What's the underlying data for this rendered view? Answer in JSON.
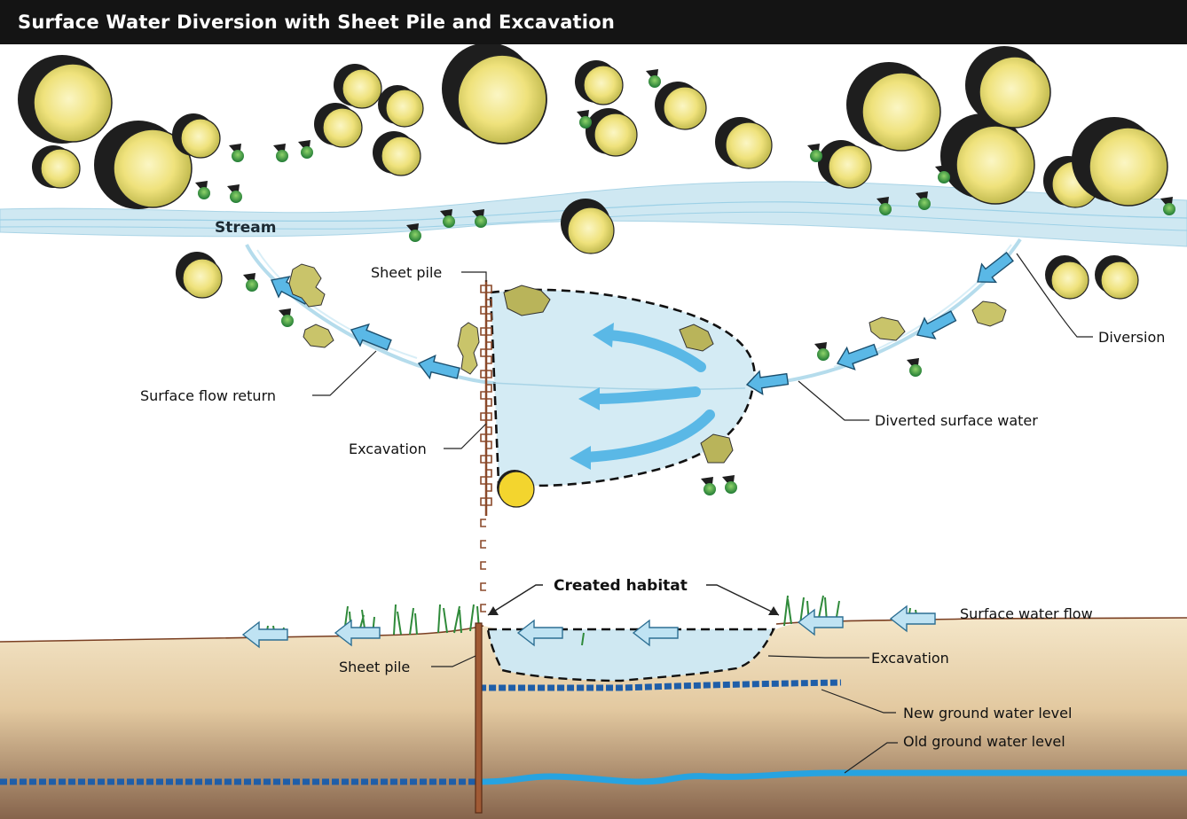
{
  "title": "Surface Water Diversion with Sheet Pile and Excavation",
  "plan_view": {
    "stream_label": "Stream",
    "sheet_pile_label": "Sheet pile",
    "diversion_label": "Diversion",
    "surface_flow_return_label": "Surface flow return",
    "diverted_surface_water_label": "Diverted surface water",
    "excavation_label": "Excavation"
  },
  "section_view": {
    "created_habitat_label": "Created habitat",
    "surface_water_flow_label": "Surface water flow",
    "sheet_pile_label": "Sheet pile",
    "excavation_label": "Excavation",
    "new_ground_water_label": "New ground water level",
    "old_ground_water_label": "Old ground water level"
  },
  "colors": {
    "title_bar": "#141414",
    "water": "#cfe8f2",
    "arrow": "#5ab8e6",
    "tree_canopy": "#f2e98a",
    "tree_shadow": "#1e1e1e",
    "soil_top": "#f2e3c4",
    "soil_bottom": "#8c6a52",
    "sheet_pile": "#8b4a2b",
    "ground_water": "#1f5ea8",
    "old_ground_water": "#27a3e0"
  }
}
